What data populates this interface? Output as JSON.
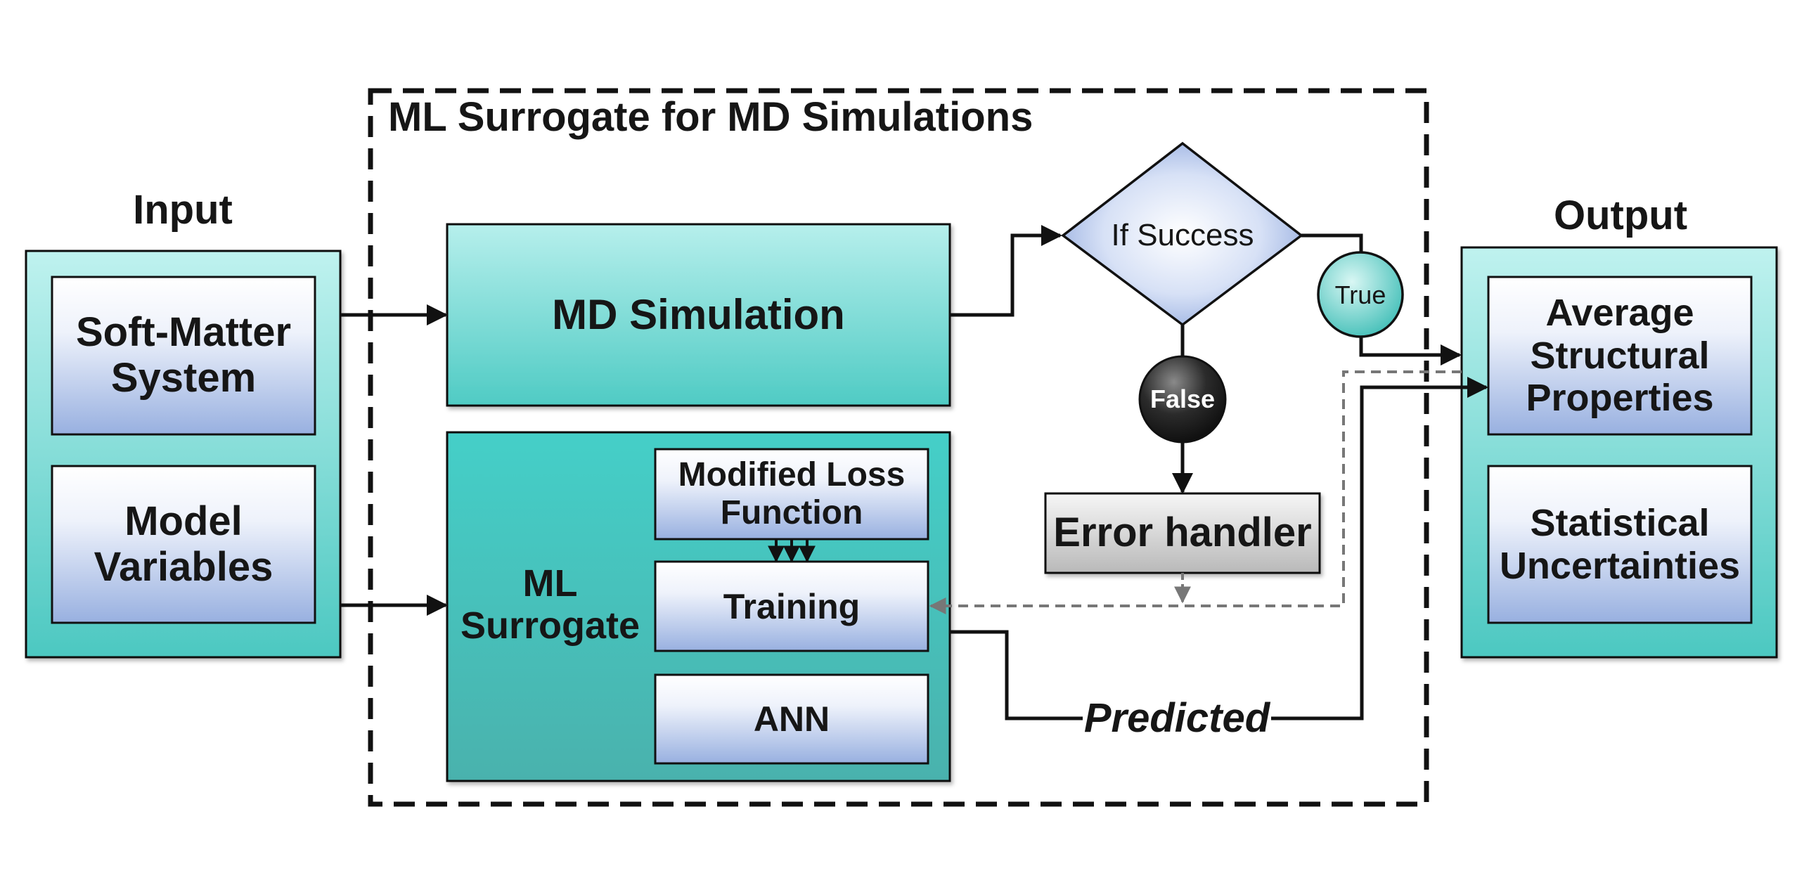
{
  "title": "ML Surrogate for MD Simulations",
  "input": {
    "heading": "Input",
    "items": [
      "Soft-Matter System",
      "Model Variables"
    ]
  },
  "output": {
    "heading": "Output",
    "items": [
      "Average Structural Properties",
      "Statistical Uncertainties"
    ]
  },
  "md_simulation": "MD Simulation",
  "decision": "If Success",
  "true_label": "True",
  "false_label": "False",
  "error_handler": "Error handler",
  "ml_surrogate": {
    "label": "ML Surrogate",
    "loss_function": "Modified Loss Function",
    "training": "Training",
    "ann": "ANN"
  },
  "predicted_label": "Predicted",
  "colors": {
    "teal_light": "#bdf1ee",
    "teal_dark": "#4dc9c2",
    "surrogate_teal": "#3cbdb6",
    "box_blue_light": "#ffffff",
    "box_blue_dark": "#9eb4e2",
    "error_gray": "#c8c8c8",
    "dashed_gray": "#777777"
  }
}
